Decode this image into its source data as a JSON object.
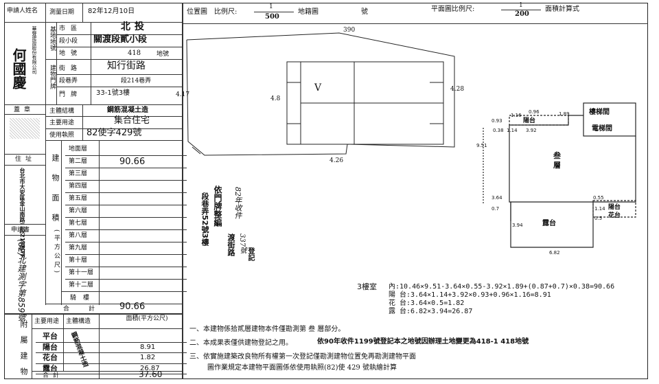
{
  "left": {
    "applicant_label": "申請人姓名",
    "applicant_name": "何國慶",
    "applicant_company": "華聲建設股份有限公司",
    "seal_label": "蓋章",
    "address_label": "住址",
    "address_value": "台北市大安區金山南路二段218號7F",
    "application_label": "申請書",
    "application_no": "(82)北建測字第859號",
    "survey_date_label": "測量日期",
    "survey_date_value": "82年12月10日",
    "land_label": "基地地號",
    "city_label": "市區",
    "city_value": "北投",
    "section_label": "段小段",
    "section_value": "關渡段貳小段",
    "lot_label": "地號",
    "lot_value": "418",
    "lot_suffix": "地號",
    "door_label": "建物門牌",
    "street_label": "街路",
    "street_value": "知行街路",
    "lane_label": "段巷弄",
    "lane_value": "段214巷弄",
    "door_no_label": "門牌",
    "door_no_value": "33-1號3樓",
    "structure_label": "主體結構",
    "structure_value": "鋼筋混凝土造",
    "use_label": "主要用途",
    "use_value": "集合住宅",
    "license_label": "使用執照",
    "license_value": "82使字429號",
    "building_label": "建物面積",
    "sqm_label": "(平方公尺)",
    "floors": [
      "地面層",
      "第二層",
      "第三層",
      "第四層",
      "第五層",
      "第六層",
      "第七層",
      "第八層",
      "第九層",
      "第十層",
      "第十一層",
      "第十二層"
    ],
    "floor3_area": "90.66",
    "stair_label": "騎樓",
    "total_label": "合計",
    "total_value": "90.66",
    "annex_label": "附屬建物",
    "annex_use_label": "主要用途",
    "annex_struct_label": "主體構造",
    "annex_area_label": "面積(平方公尺)",
    "annex": [
      {
        "name": "平台",
        "area": ""
      },
      {
        "name": "陽台",
        "area": "8.91"
      },
      {
        "name": "花台",
        "area": "1.82"
      },
      {
        "name": "露台",
        "area": "26.87"
      }
    ],
    "annex_struct_value": "鋼筋混凝土造",
    "annex_total_label": "合計",
    "annex_total_value": "37.60"
  },
  "header": {
    "location_label": "位置圖",
    "scale_label": "比例尺:",
    "scale_num": "1",
    "scale_den": "500",
    "land_map_label": "地籍圖",
    "no_label": "號",
    "plan_scale_label": "平面圖比例尺:",
    "plan_scale_num": "1",
    "plan_scale_den": "200",
    "area_calc_label": "面積計算式"
  },
  "site": {
    "dim_top": "390",
    "dim_left1": "4.8",
    "dim_left2": "4.17",
    "dim_right": "4.28",
    "dim_bottom": "4.26",
    "mark": "V"
  },
  "stamp": {
    "line1": "依門牌整編",
    "line2": "段巷弄52號3樓",
    "line3": "82年收件",
    "line4": "渡街路",
    "line5": "337號",
    "line6": "登記"
  },
  "plan": {
    "stair_label": "樓梯間",
    "elev_label": "電梯間",
    "main_label": "叁層",
    "balcony_top": "陽台",
    "balcony_right": "陽台",
    "flower": "花台",
    "terrace": "露台",
    "dims": [
      "0.93",
      "0.96",
      "1.16",
      "1.89",
      "0.38",
      "1.14",
      "3.92",
      "9.51",
      "3.64",
      "0.55",
      "1.14",
      "0.5",
      "3.94",
      "6.82",
      "0.7"
    ]
  },
  "calc": {
    "floor_label": "3樓室",
    "inner": "內:10.46×9.51-3.64×0.55-3.92×1.89+(0.87+0.7)×0.38=90.66",
    "balcony": "陽 台:3.64×1.14+3.92×0.93+0.96×1.16=8.91",
    "flower": "花 台:3.64×0.5=1.82",
    "terrace": "露 台:6.82×3.94=26.87"
  },
  "notes": {
    "n1": "一、本建物係拾貳層建物本件僅勘測第 叁 層部分。",
    "n2": "二、本成果表僅供建物登記之用。",
    "n2_stamp": "依90年收件1199號登記本之地號因辦理土地變更為418-1 418地號",
    "n3": "三、依實施建築改良物所有權第一次登記僅勘測建物位置免再勘測建物平面",
    "n3b": "圖作業規定本建物平面圖係依使用執照(82)使 429 號執繪計算"
  }
}
